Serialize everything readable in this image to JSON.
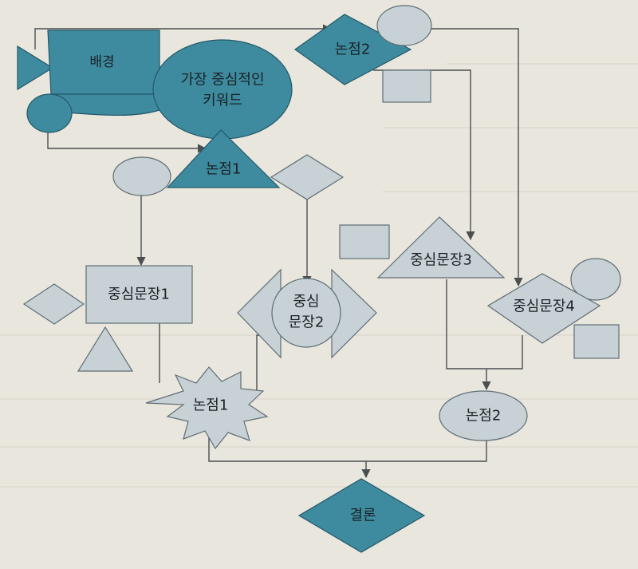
{
  "colors": {
    "dark": "#3e8a9e",
    "light": "#c7d1d6",
    "paper": "#e9e6dd",
    "line": "#4a4f52"
  },
  "nodes": {
    "background": "배경",
    "keyword_line1": "가장 중심적인",
    "keyword_line2": "키워드",
    "issue2_top": "논점2",
    "issue1_top": "논점1",
    "central1": "중심문장1",
    "central2_line1": "중심",
    "central2_line2": "문장2",
    "central3": "중심문장3",
    "central4": "중심문장4",
    "issue1_star": "논점1",
    "issue2_oval": "논점2",
    "conclusion": "결론"
  }
}
